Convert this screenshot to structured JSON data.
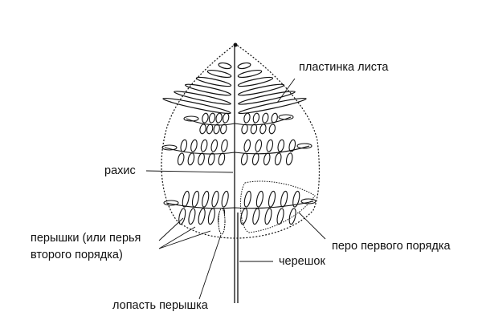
{
  "title": "Строение листа папоротника",
  "labels": {
    "blade": "пластинка листа",
    "rachis": "рахис",
    "pinnules_line1": "перышки (или перья",
    "pinnules_line2": "второго порядка)",
    "pinna": "перо первого порядка",
    "petiole": "черешок",
    "pinnule_lobe": "лопасть перышка"
  }
}
